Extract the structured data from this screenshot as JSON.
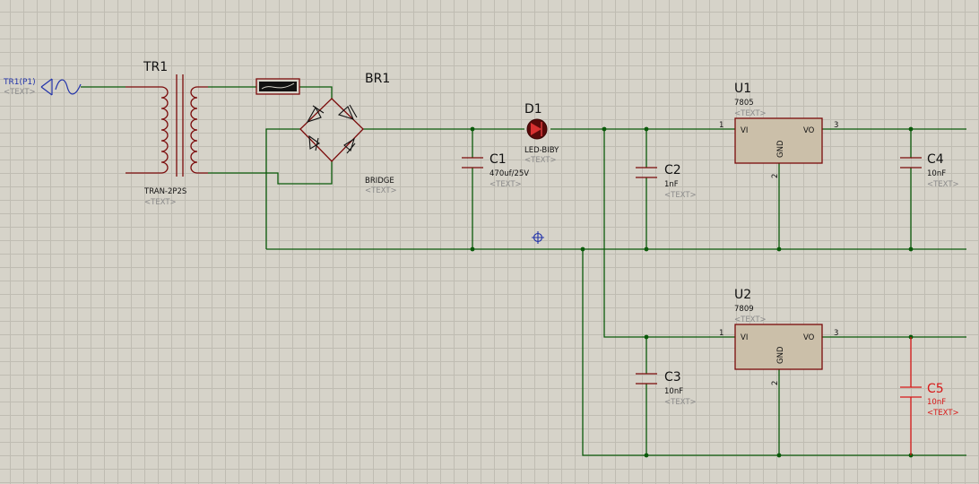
{
  "terminal": {
    "label": "TR1(P1)",
    "text": "<TEXT>"
  },
  "tr1": {
    "ref": "TR1",
    "value": "TRAN-2P2S",
    "text": "<TEXT>"
  },
  "br1": {
    "ref": "BR1",
    "value": "BRIDGE",
    "text": "<TEXT>"
  },
  "d1": {
    "ref": "D1",
    "value": "LED-BIBY",
    "text": "<TEXT>"
  },
  "c1": {
    "ref": "C1",
    "value": "470uf/25V",
    "text": "<TEXT>"
  },
  "c2": {
    "ref": "C2",
    "value": "1nF",
    "text": "<TEXT>"
  },
  "c3": {
    "ref": "C3",
    "value": "10nF",
    "text": "<TEXT>"
  },
  "c4": {
    "ref": "C4",
    "value": "10nF",
    "text": "<TEXT>"
  },
  "c5": {
    "ref": "C5",
    "value": "10nF",
    "text": "<TEXT>"
  },
  "u1": {
    "ref": "U1",
    "value": "7805",
    "text": "<TEXT>",
    "vi": "VI",
    "vo": "VO",
    "gnd": "GND",
    "pin1": "1",
    "pin2": "2",
    "pin3": "3"
  },
  "u2": {
    "ref": "U2",
    "value": "7809",
    "text": "<TEXT>",
    "vi": "VI",
    "vo": "VO",
    "gnd": "GND",
    "pin1": "1",
    "pin2": "2",
    "pin3": "3"
  },
  "colors": {
    "wire": "#0a5a0a",
    "component": "#7a0a0a",
    "selected": "#d81818",
    "terminal": "#2233aa",
    "background": "#d6d3c9"
  }
}
